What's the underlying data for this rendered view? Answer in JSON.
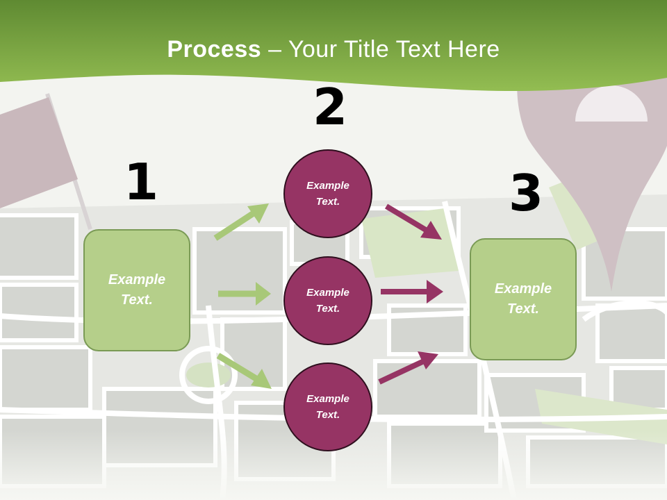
{
  "title": {
    "bold": "Process",
    "rest": " – Your Title Text Here"
  },
  "steps": [
    {
      "number": "1",
      "text": "Example Text."
    },
    {
      "number": "2",
      "items": [
        "Example Text.",
        "Example Text.",
        "Example Text."
      ]
    },
    {
      "number": "3",
      "text": "Example Text."
    }
  ],
  "colors": {
    "header_green": "#8bb54a",
    "box_fill": "#b5cf8a",
    "circle_fill": "#963464",
    "green_arrow": "#a8c878",
    "magenta_arrow": "#963464"
  }
}
